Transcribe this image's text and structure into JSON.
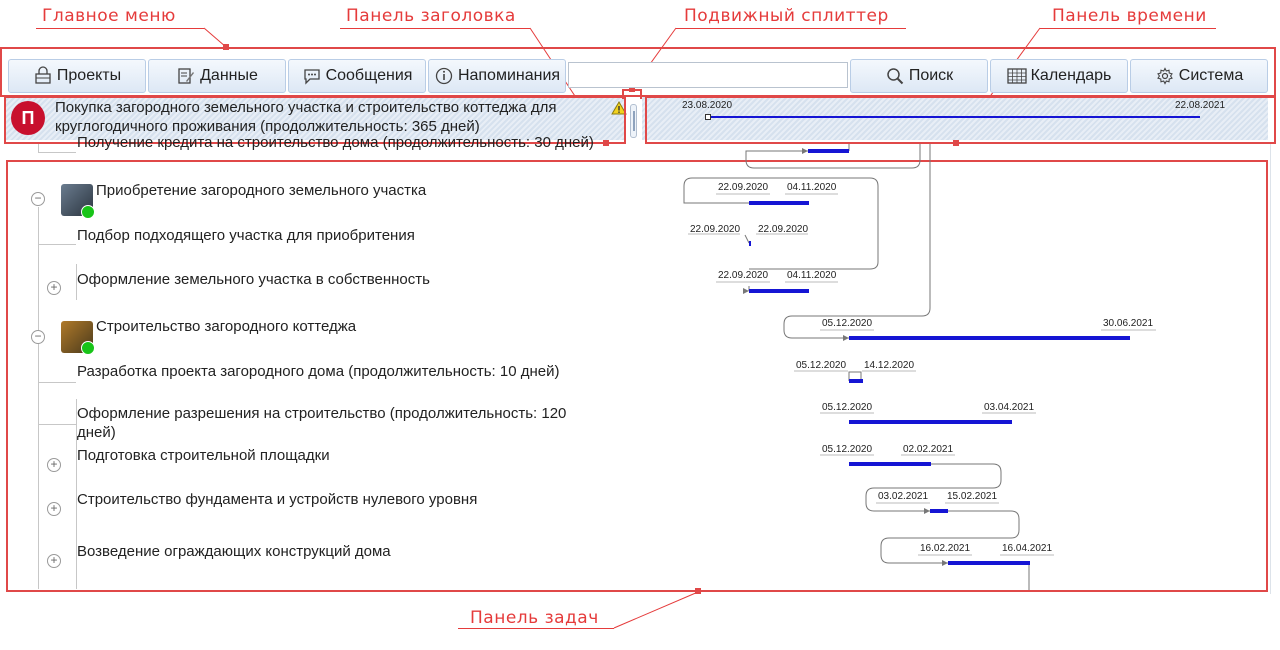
{
  "annotations": {
    "main_menu": "Главное меню",
    "header_panel": "Панель заголовка",
    "splitter": "Подвижный сплиттер",
    "time_panel": "Панель времени",
    "tasks_panel": "Панель задач"
  },
  "menu": {
    "projects": "Проекты",
    "data": "Данные",
    "messages": "Сообщения",
    "reminders": "Напоминания",
    "search_value": "",
    "search": "Поиск",
    "calendar": "Календарь",
    "system": "Система"
  },
  "header": {
    "badge": "П",
    "title": "Покупка загородного земельного участка и строительство коттеджа для круглогодичного проживания (продолжительность: 365 дней)",
    "start": "23.08.2020",
    "end": "22.08.2021"
  },
  "tasks": [
    {
      "text": "Получение кредита на строительство дома (продолжительность: 30 дней)"
    },
    {
      "text": "Приобретение загородного земельного участка"
    },
    {
      "text": "Подбор подходящего участка для приобритения"
    },
    {
      "text": "Оформление земельного участка в собственность"
    },
    {
      "text": "Строительство загородного коттеджа"
    },
    {
      "text": "Разработка проекта загородного дома (продолжительность: 10 дней)"
    },
    {
      "text": "Оформление разрешения на строительство (продолжительность: 120 дней)"
    },
    {
      "text": "Подготовка строительной площадки"
    },
    {
      "text": "Строительство фундамента и устройств нулевого уровня"
    },
    {
      "text": "Возведение ограждающих конструкций дома"
    }
  ],
  "gantt": [
    {
      "start": "22.09.2020",
      "end": "04.11.2020"
    },
    {
      "start": "22.09.2020",
      "end": "22.09.2020"
    },
    {
      "start": "22.09.2020",
      "end": "04.11.2020"
    },
    {
      "start": "05.12.2020",
      "end": "30.06.2021"
    },
    {
      "start": "05.12.2020",
      "end": "14.12.2020"
    },
    {
      "start": "05.12.2020",
      "end": "03.04.2021"
    },
    {
      "start": "05.12.2020",
      "end": "02.02.2021"
    },
    {
      "start": "03.02.2021",
      "end": "15.02.2021"
    },
    {
      "start": "16.02.2021",
      "end": "16.04.2021"
    }
  ],
  "colors": {
    "accent": "#e04848",
    "bar": "#1515d4",
    "badge": "#c8102e",
    "status": "#18c418"
  }
}
